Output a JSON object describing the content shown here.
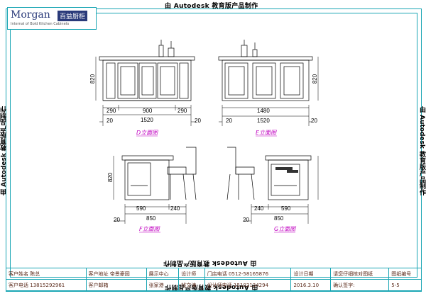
{
  "watermark": "由 Autodesk 教育版产品制作",
  "logo": {
    "brand": "Morgan",
    "cn": "百益厨柜",
    "sub": "Internal of Bold Kitchen Cabinets"
  },
  "views": {
    "D": {
      "label": "D立面图",
      "height": "820",
      "dims_top": [
        "290",
        "900",
        "290"
      ],
      "total": "1520",
      "offset": "20"
    },
    "E": {
      "label": "E立面图",
      "height": "820",
      "inner": "1480",
      "total": "1520",
      "offset": "20"
    },
    "F": {
      "label": "F立面图",
      "height": "820",
      "dims": [
        "590",
        "240"
      ],
      "total": "850",
      "offset": "20"
    },
    "G": {
      "label": "G立面图",
      "dims": [
        "240",
        "590"
      ],
      "total": "850",
      "offset": "20"
    }
  },
  "info": {
    "customer_name_label": "客户姓名",
    "customer_name": "陈总",
    "address_label": "客户地址",
    "address": "帝景豪园",
    "center_label": "展示中心",
    "designer_label": "设计师",
    "store_phone_label": "门店电话",
    "store_phone": "0512-58165876",
    "design_date_label": "设计日期",
    "confirm_label": "请您仔细核对图纸",
    "drawing_no_label": "图纸编号",
    "phone_label": "客户电话",
    "phone": "13815292961",
    "email_label": "客户邮箱",
    "center_person": "张家港",
    "designer": "钱文涛",
    "designer_phone_label": "设计师电话",
    "designer_phone": "15102134294",
    "date": "2016.3.10",
    "sign_label": "确认签字:",
    "drawing_no": "5-5"
  }
}
